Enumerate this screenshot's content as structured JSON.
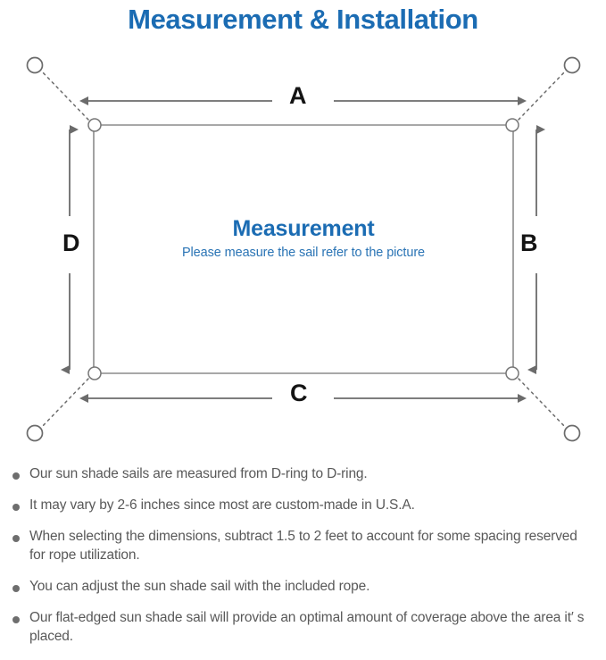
{
  "header": {
    "title": "Measurement & Installation",
    "title_color": "#1b6cb3"
  },
  "diagram": {
    "center_title": "Measurement",
    "center_subtitle": "Please measure the sail refer to the picture",
    "labels": {
      "top": "A",
      "right": "B",
      "bottom": "C",
      "left": "D"
    },
    "line_color": "#6b6b6b",
    "sail_edge_color": "#8c8c8c",
    "anchor_count": 4,
    "dring_count": 4
  },
  "notes": [
    "Our sun shade sails are measured from D-ring to D-ring.",
    "It may vary by 2-6 inches since most are custom-made in U.S.A.",
    "When selecting the dimensions, subtract 1.5 to 2 feet to account for some spacing reserved for rope utilization.",
    "You can adjust the sun shade sail with the included rope.",
    "Our flat-edged sun shade sail will provide an optimal amount of coverage above the area it′ s placed."
  ]
}
